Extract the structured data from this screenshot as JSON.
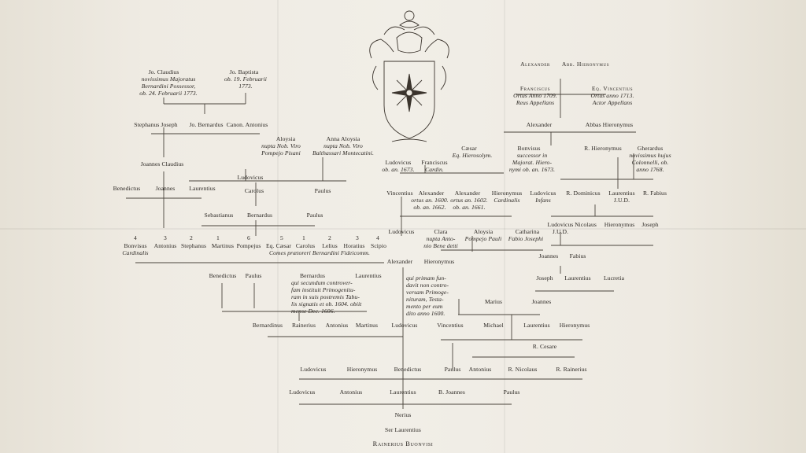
{
  "names": {
    "jo_claudius": "Jo. Claudius",
    "jo_claudius_note": [
      "novissimus Majoratus",
      "Bernardini Possessor,",
      "ob. 24. Februarii 1773."
    ],
    "jo_baptista": "Jo. Baptista",
    "jo_baptista_note": [
      "ob. 19. Februarii",
      "1773."
    ],
    "stephanus_joseph": "Stephanus Joseph",
    "jo_bernardus": "Jo. Bernardus",
    "canon_antonius": "Canon. Antonius",
    "joannes_claudius": "Joannes Claudius",
    "benedictus_l": "Benedictus",
    "joannes_l": "Joannes",
    "laurentius_l": "Laurentius",
    "sebastianus": "Sebastianus",
    "bernardus_l": "Bernardus",
    "paulus_l": "Paulus",
    "aloysia": "Aloysia",
    "aloysia_note": [
      "nupta Nob. Viro",
      "Pompejo Pisani"
    ],
    "anna_aloysia": "Anna Aloysia",
    "anna_aloysia_note": [
      "nupta Nob. Viro",
      "Balthassari Montecatini."
    ],
    "ludovicus_top": "Ludovicus",
    "carolus": "Carolus",
    "paulus_mid": "Paulus",
    "num_4": "4",
    "num_3": "3",
    "num_2": "2",
    "num_1": "1",
    "num_6": "6",
    "num_5": "5",
    "num_1b": "1",
    "num_2b": "2",
    "num_3b": "3",
    "num_4b": "4",
    "bonvisus": "Bonvisus",
    "bonvisus_note": "Cardinalis",
    "antonius_l": "Antonius",
    "stephanus_l": "Stephanus",
    "martinus_l": "Martinus",
    "pompejus": "Pompejus",
    "eq_caesar": "Eq. Cæsar",
    "carolus_2": "Carolus",
    "lelius": "Lelius",
    "horatius": "Horatius",
    "scipio": "Scipio",
    "comes_note": "Comes prætoreri Bernardini Fideicomm.",
    "benedictus_2": "Benedictus",
    "paulus_2": "Paulus",
    "bernardus_2": "Bernardus",
    "bernardus_2_note": [
      "qui secundum controver-",
      "fam instituit Primogenitu-",
      "ram in suis postremis Tabu-",
      "lis signatis et ob. 1604. obiit",
      "mense Dec. 1606."
    ],
    "laurentius_2": "Laurentius",
    "alexander_mid": "Alexander",
    "hieronymus_mid": "Hieronymus",
    "alexander_mid_note": [
      "qui primam fun-",
      "davit non contro-",
      "versam Primoge-",
      "nituram, Testa-",
      "mento per eum",
      "dito anno 1600."
    ],
    "alexander_top": "Alexander",
    "abb_hieronymus": "Abb. Hieronymus",
    "franciscus": "Franciscus",
    "franciscus_note": [
      "Ortus Anno 1709.",
      "Reus Appellans"
    ],
    "eq_vincentius": "Eq. Vincentius",
    "eq_vincentius_note": [
      "Ortus anno 1713.",
      "Actor Appellans"
    ],
    "alexander_r": "Alexander",
    "abbas_hieronymus": "Abbas Hieronymus",
    "caesar": "Cæsar",
    "caesar_note": "Eq. Hierosolym.",
    "bonvisus_r": "Bonvisus",
    "bonvisus_r_note": [
      "successor in",
      "Majorat. Hiero-",
      "nymi ob. an. 1673."
    ],
    "r_hieronymus": "R. Hieronymus",
    "gherardus": "Gherardus",
    "gherardus_note": [
      "novissimus hujus",
      "Colonnelli, ob.",
      "anno 1768."
    ],
    "ludovicus_r": "Ludovicus",
    "ludovicus_r_note": "ob. an. 1673.",
    "franciscus_r": "Franciscus",
    "franciscus_r_note": "Cardin.",
    "vincentius": "Vincentius",
    "alexander_a": "Alexander",
    "alexander_a_note": [
      "ortus an. 1600.",
      "ob. an. 1662."
    ],
    "alexander_b": "Alexander",
    "alexander_b_note": [
      "ortus an. 1602.",
      "ob. an. 1661."
    ],
    "hieronymus_r": "Hieronymus",
    "hieronymus_r_note": "Cardinalis",
    "ludovicus_inf": "Ludovicus",
    "ludovicus_inf_note": "Infans",
    "r_dominicus": "R. Dominicus",
    "laurentius_jud": "Laurentius",
    "laurentius_jud_note": "J.U.D.",
    "r_fabius": "R. Fabius",
    "ludovicus_m": "Ludovicus",
    "clara": "Clara",
    "clara_note": [
      "nupta Anto-",
      "nio Bene detti"
    ],
    "aloysia_m": "Aloysia",
    "aloysia_m_note": "Pompejo Pauli",
    "catharina": "Catharina",
    "catharina_note": "Fabio Josephi",
    "ludovicus_jud": "Ludovicus",
    "ludovicus_jud_note": "J.U.D.",
    "nicolaus": "Nicolaus",
    "hieronymus_r2": "Hieronymus",
    "joseph_r": "Joseph",
    "joannes_r": "Joannes",
    "fabius": "Fabius",
    "joseph_r2": "Joseph",
    "laurentius_r2": "Laurentius",
    "lucretia": "Lucretia",
    "marius": "Marius",
    "joannes_r3": "Joannes",
    "bernardinus": "Bernardinus",
    "rainerius": "Rainerius",
    "antonius_3": "Antonius",
    "martinus_3": "Martinus",
    "ludovicus_3": "Ludovicus",
    "vincentius_3": "Vincentius",
    "michael": "Michael",
    "laurentius_3": "Laurentius",
    "hieronymus_3": "Hieronymus",
    "r_caesare": "R. Cesare",
    "ludovicus_4": "Ludovicus",
    "hieronymus_4": "Hieronymus",
    "benedictus_4": "Benedictus",
    "paulus_4": "Paulus",
    "antonius_4": "Antonius",
    "r_nicolaus": "R. Nicolaus",
    "r_rainerius": "R. Rainerius",
    "ludovicus_5": "Ludovicus",
    "antonius_5": "Antonius",
    "laurentius_5": "Laurentius",
    "b_joannes": "B. Joannes",
    "paulus_5": "Paulus",
    "nerius": "Nerius",
    "ser_laurentius": "Ser Laurentius",
    "rainerius_buonvisi": "Rainerius Buonvisi"
  },
  "colors": {
    "paper": "#efebe3",
    "ink": "#2a2622"
  },
  "icons": {
    "crest": "coat-of-arms-engraving"
  }
}
